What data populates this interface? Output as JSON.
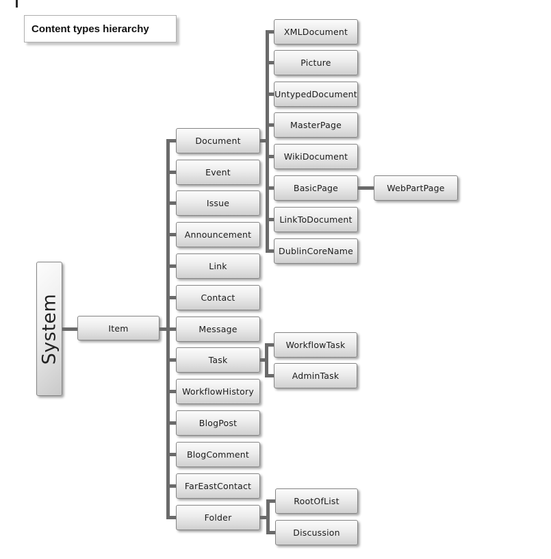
{
  "title": "Content types hierarchy",
  "nodes": {
    "system": "System",
    "item": "Item",
    "item_children": [
      "Document",
      "Event",
      "Issue",
      "Announcement",
      "Link",
      "Contact",
      "Message",
      "Task",
      "WorkflowHistory",
      "BlogPost",
      "BlogComment",
      "FarEastContact",
      "Folder"
    ],
    "document_children": [
      "XMLDocument",
      "Picture",
      "UntypedDocument",
      "MasterPage",
      "WikiDocument",
      "BasicPage",
      "LinkToDocument",
      "DublinCoreName"
    ],
    "basicpage_children": [
      "WebPartPage"
    ],
    "task_children": [
      "WorkflowTask",
      "AdminTask"
    ],
    "folder_children": [
      "RootOfList",
      "Discussion"
    ]
  },
  "colors": {
    "connector": "#6a6a6a",
    "node_fill_top": "#fcfcfc",
    "node_fill_bottom": "#d0d0d0",
    "node_border": "#848484",
    "background": "#ffffff"
  }
}
